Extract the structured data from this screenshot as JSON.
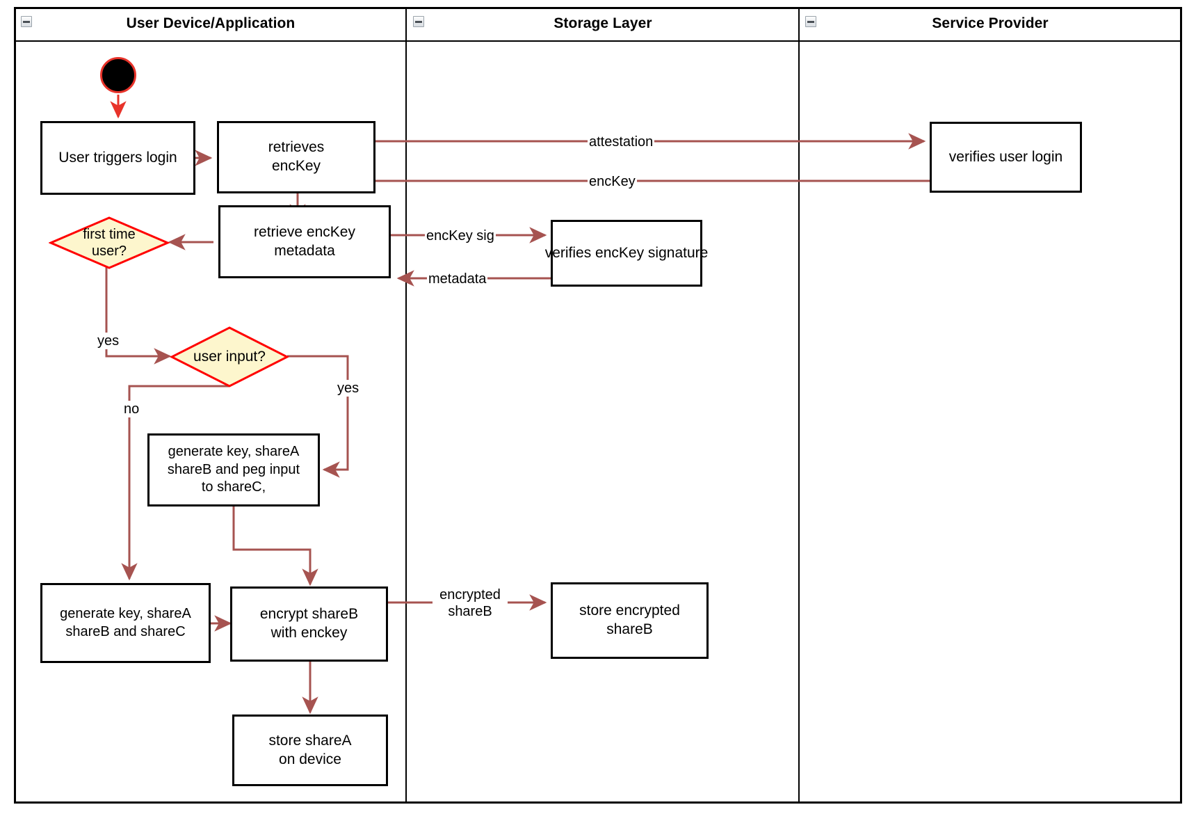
{
  "diagram": {
    "type": "uml-activity-diagram",
    "title": "User login / key share provisioning flow",
    "colors": {
      "frame_border": "#000000",
      "node_border": "#000000",
      "node_fill": "#ffffff",
      "decision_fill": "#fdf6cd",
      "decision_border": "#ff0000",
      "edge": "#a65350",
      "initial_node_fill": "#000000",
      "initial_node_border": "#e8332a",
      "text": "#000000"
    }
  },
  "partitions": [
    {
      "id": "user-device",
      "label": "User Device/Application",
      "collapse_icon": "collapse-minus-icon"
    },
    {
      "id": "storage-layer",
      "label": "Storage Layer",
      "collapse_icon": "collapse-minus-icon"
    },
    {
      "id": "service-provider",
      "label": "Service Provider",
      "collapse_icon": "collapse-minus-icon"
    }
  ],
  "nodes": [
    {
      "id": "initial",
      "kind": "initial-node",
      "label": ""
    },
    {
      "id": "user-triggers-login",
      "kind": "action",
      "label": "User triggers login"
    },
    {
      "id": "retrieves-enckey",
      "kind": "action",
      "label": "retrieves\nencKey"
    },
    {
      "id": "retrieve-enckey-metadata",
      "kind": "action",
      "label": "retrieve encKey\nmetadata"
    },
    {
      "id": "first-time-user",
      "kind": "decision",
      "label": "first time\nuser?"
    },
    {
      "id": "user-input",
      "kind": "decision",
      "label": "user input?"
    },
    {
      "id": "generate-key-peg-input",
      "kind": "action",
      "label": "generate key, shareA\nshareB and peg input\nto shareC,"
    },
    {
      "id": "generate-key-shares",
      "kind": "action",
      "label": "generate key, shareA\nshareB and shareC"
    },
    {
      "id": "encrypt-shareb",
      "kind": "action",
      "label": "encrypt shareB\nwith enckey"
    },
    {
      "id": "store-sharea-on-device",
      "kind": "action",
      "label": "store shareA\non device"
    },
    {
      "id": "verifies-enckey-signature",
      "kind": "action",
      "label": "verifies encKey signature"
    },
    {
      "id": "store-encrypted-shareb",
      "kind": "action",
      "label": "store encrypted\nshareB"
    },
    {
      "id": "verifies-user-login",
      "kind": "action",
      "label": "verifies user login"
    }
  ],
  "edge_labels": {
    "attestation": "attestation",
    "enckey": "encKey",
    "enckey_sig": "encKey sig",
    "metadata": "metadata",
    "yes_first_time": "yes",
    "yes_user_input": "yes",
    "no_user_input": "no",
    "encrypted_shareb": "encrypted\nshareB"
  }
}
